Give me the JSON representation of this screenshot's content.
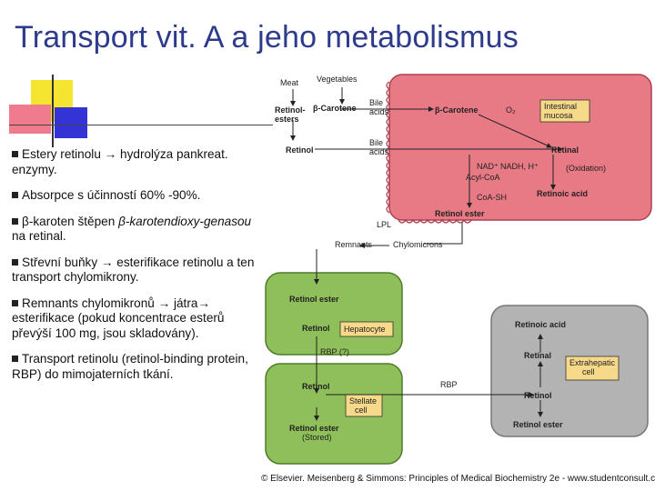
{
  "slide": {
    "title": "Transport vit. A a jeho metabolismus",
    "bullets": [
      {
        "pre": "Estery retinolu → hydrolýza pankreat. enzymy.",
        "it": "",
        "post": ""
      },
      {
        "pre": "Absorpce s účinností 60% -90%.",
        "it": "",
        "post": ""
      },
      {
        "pre": "β-karoten štěpen ",
        "it": "β-karotendioxy-genasou",
        "post": " na retinal."
      },
      {
        "pre": "Střevní buňky → esterifikace retinolu a ten transport chylomikrony.",
        "it": "",
        "post": ""
      },
      {
        "pre": "Remnants chylomikronů → játra→ esterifikace (pokud koncentrace esterů převýší 100 mg, jsou skladovány).",
        "it": "",
        "post": ""
      },
      {
        "pre": "Transport retinolu (retinol-binding protein, RBP) do mimojaterních tkání.",
        "it": "",
        "post": ""
      }
    ],
    "copyright": "© Elsevier. Meisenberg & Simmons: Principles of Medical Biochemistry 2e - www.studentconsult.com"
  },
  "diagram": {
    "meat": "Meat",
    "vegetables": "Vegetables",
    "retinol_esters_1": "Retinol-",
    "retinol_esters_2": "esters",
    "b_carotene_left": "β-Carotene",
    "bile_acids_1a": "Bile",
    "bile_acids_1b": "acids",
    "bile_acids_2a": "Bile",
    "bile_acids_2b": "acids",
    "retinol_left": "Retinol",
    "b_carotene_cell": "β-Carotene",
    "o2": "O₂",
    "intestinal_1": "Intestinal",
    "intestinal_2": "mucosa",
    "retinal": "Retinal",
    "nad": "NAD⁺",
    "nadh": "NADH, H⁺",
    "acyl_coa": "Acyl-CoA",
    "oxidation": "(Oxidation)",
    "coa_sh": "CoA-SH",
    "retinoic_acid_cell": "Retinoic acid",
    "retinol_ester_cell": "Retinol ester",
    "lpl": "LPL",
    "remnants": "Remnants",
    "chylomicrons": "Chylomicrons",
    "retinol_ester_liver": "Retinol ester",
    "retinol_liver": "Retinol",
    "hepatocyte": "Hepatocyte",
    "rbp_q": "RBP (?)",
    "rbp": "RBP",
    "retinol_stellate": "Retinol",
    "retinol_ester_stored": "Retinol ester",
    "stored": "(Stored)",
    "stellate_1": "Stellate",
    "stellate_2": "cell",
    "retinoic_acid_ext": "Retinoic acid",
    "retinal_ext": "Retinal",
    "retinol_ext": "Retinol",
    "retinol_ester_ext": "Retinol ester",
    "extrahepatic_1": "Extrahepatic",
    "extrahepatic_2": "cell"
  },
  "colors": {
    "title": "#2e3a8c",
    "intestinal_cell": "#e87a86",
    "liver_cell": "#8fbf5a",
    "extrahepatic_cell": "#b3b3b3",
    "label_box": "#f7d98a"
  }
}
